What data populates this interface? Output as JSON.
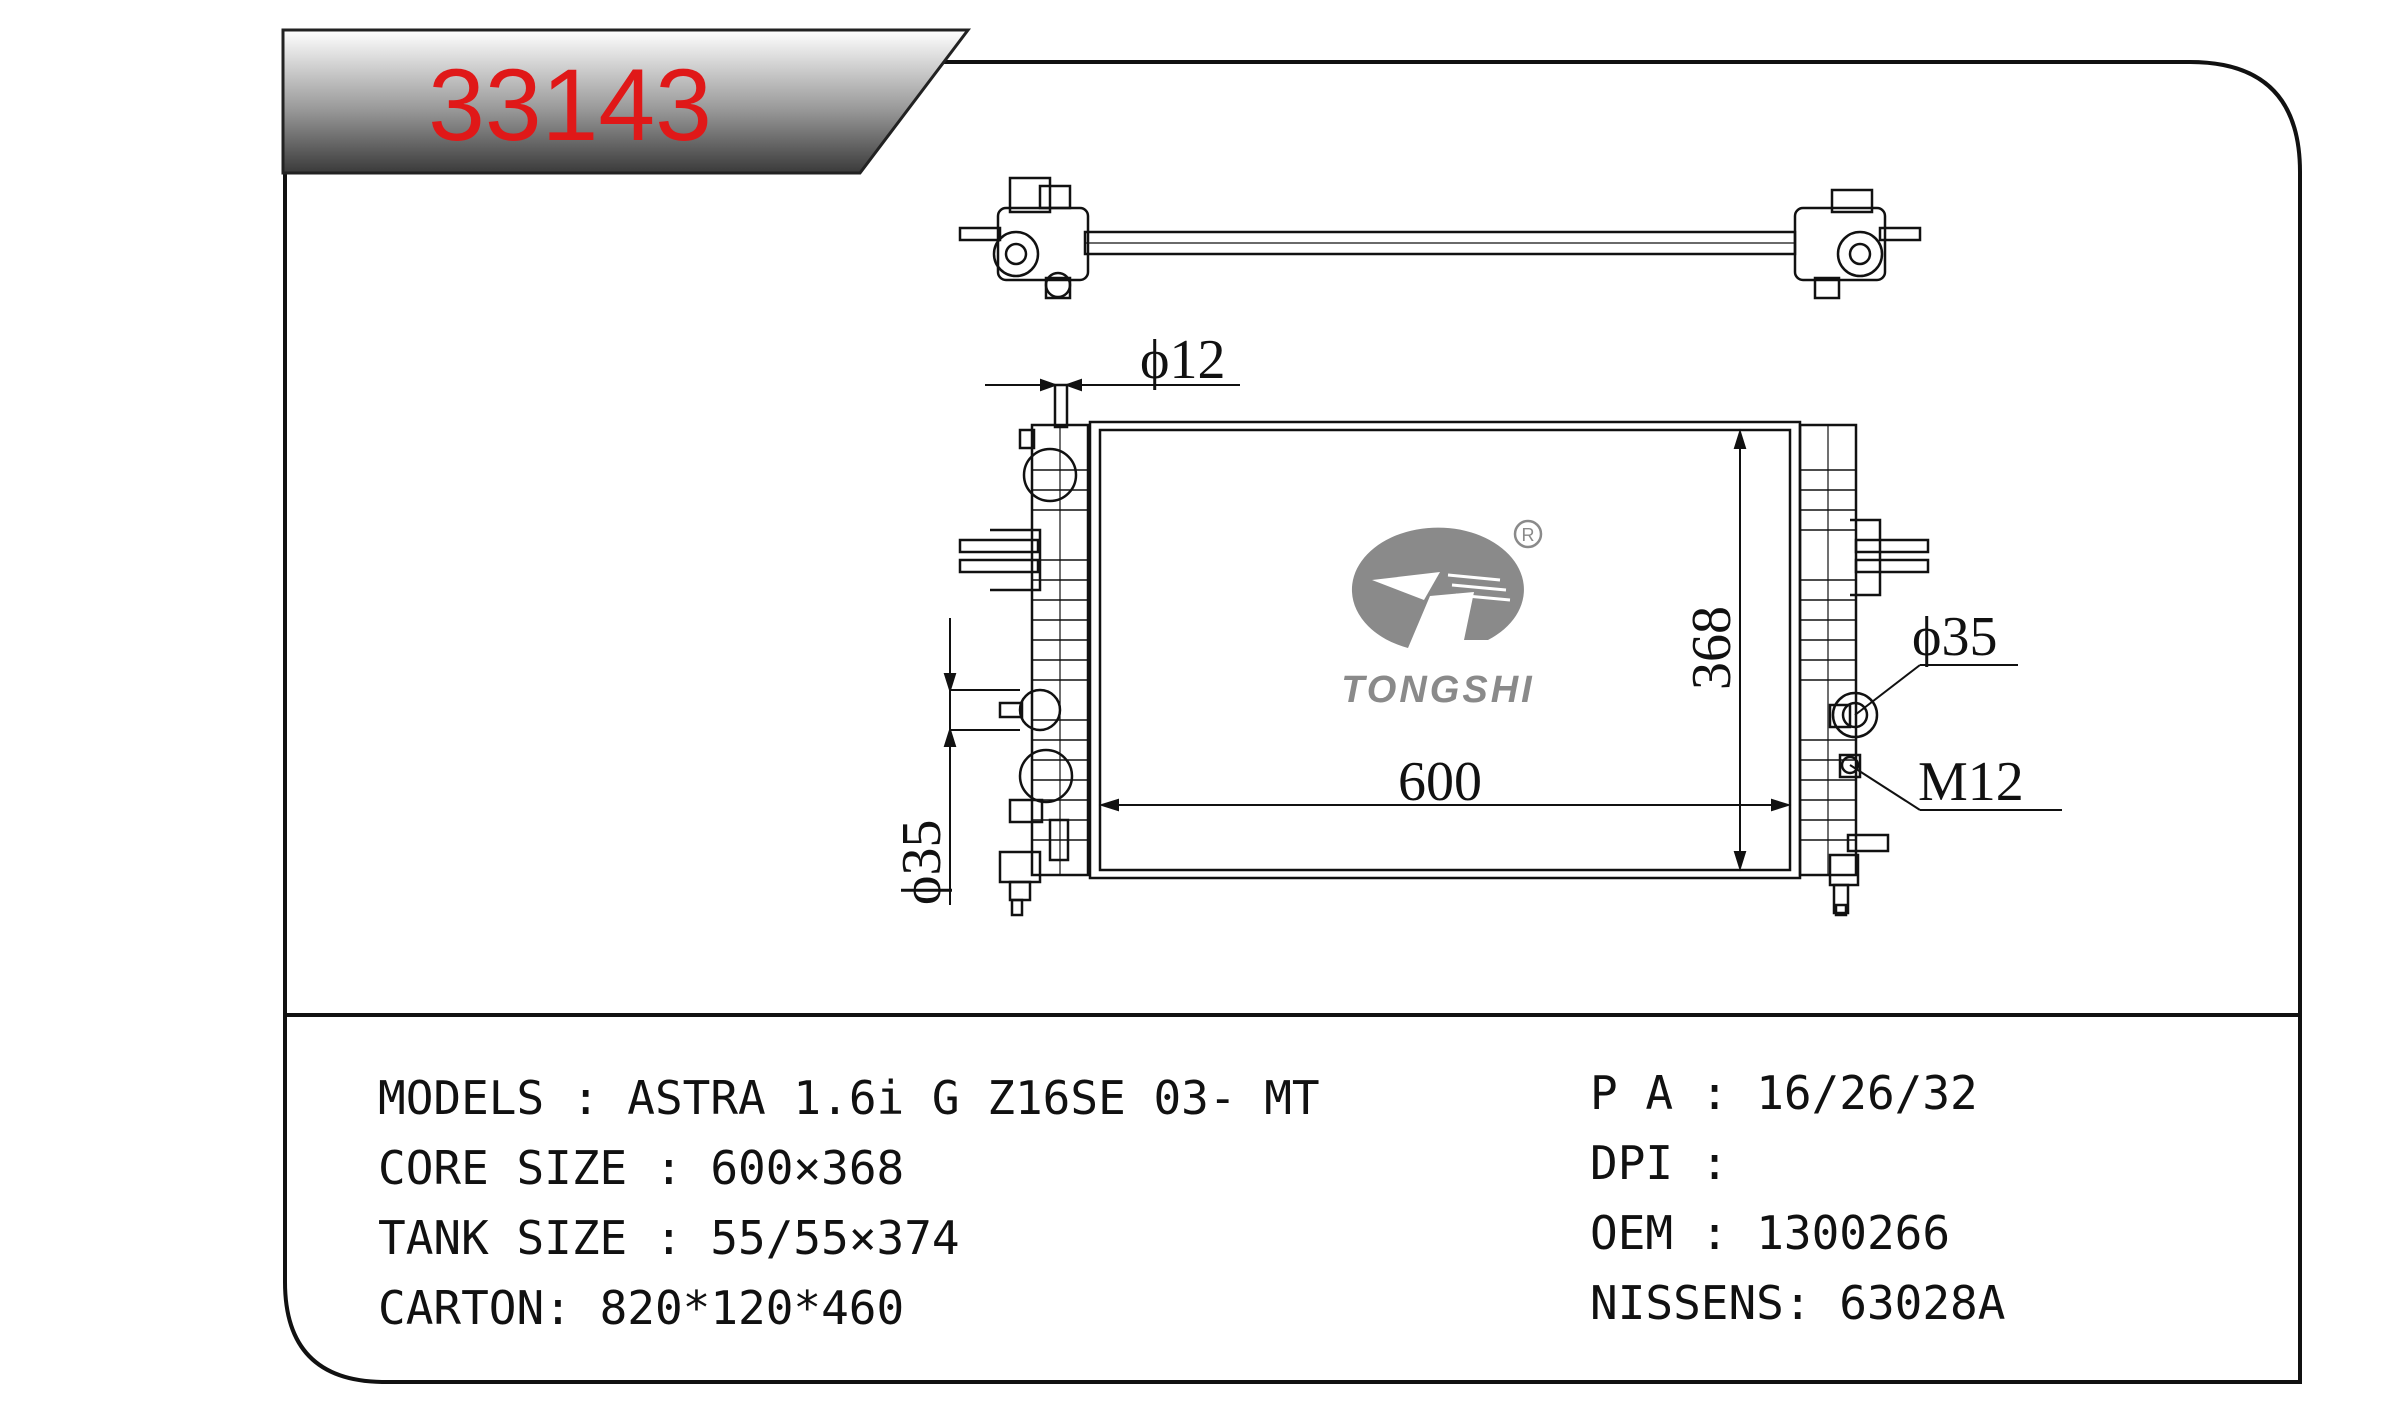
{
  "part_number": "33143",
  "brand": {
    "name": "TONGSHI",
    "registered_mark": "R"
  },
  "drawing_labels": {
    "inlet_pipe_diameter": "ϕ12",
    "core_height": "368",
    "core_width": "600",
    "outlet_diameter": "ϕ35",
    "pipe_diameter_left": "ϕ35",
    "thread": "M12"
  },
  "specs_left": [
    {
      "label": "MODELS",
      "sep": " : ",
      "value": "ASTRA 1.6i G Z16SE 03- MT"
    },
    {
      "label": "CORE SIZE",
      "sep": " : ",
      "value": "600×368"
    },
    {
      "label": "TANK SIZE",
      "sep": " : ",
      "value": "55/55×374"
    },
    {
      "label": "CARTON",
      "sep": ": ",
      "value": "820*120*460"
    }
  ],
  "specs_right": [
    {
      "label": "P A",
      "sep": " : ",
      "value": "16/26/32"
    },
    {
      "label": "DPI",
      "sep": " : ",
      "value": ""
    },
    {
      "label": "OEM",
      "sep": " : ",
      "value": "1300266"
    },
    {
      "label": "NISSENS",
      "sep": ": ",
      "value": "63028A"
    }
  ],
  "colors": {
    "part_number": "#e01818",
    "logo_grey": "#8a8a8a",
    "line": "#111111"
  }
}
